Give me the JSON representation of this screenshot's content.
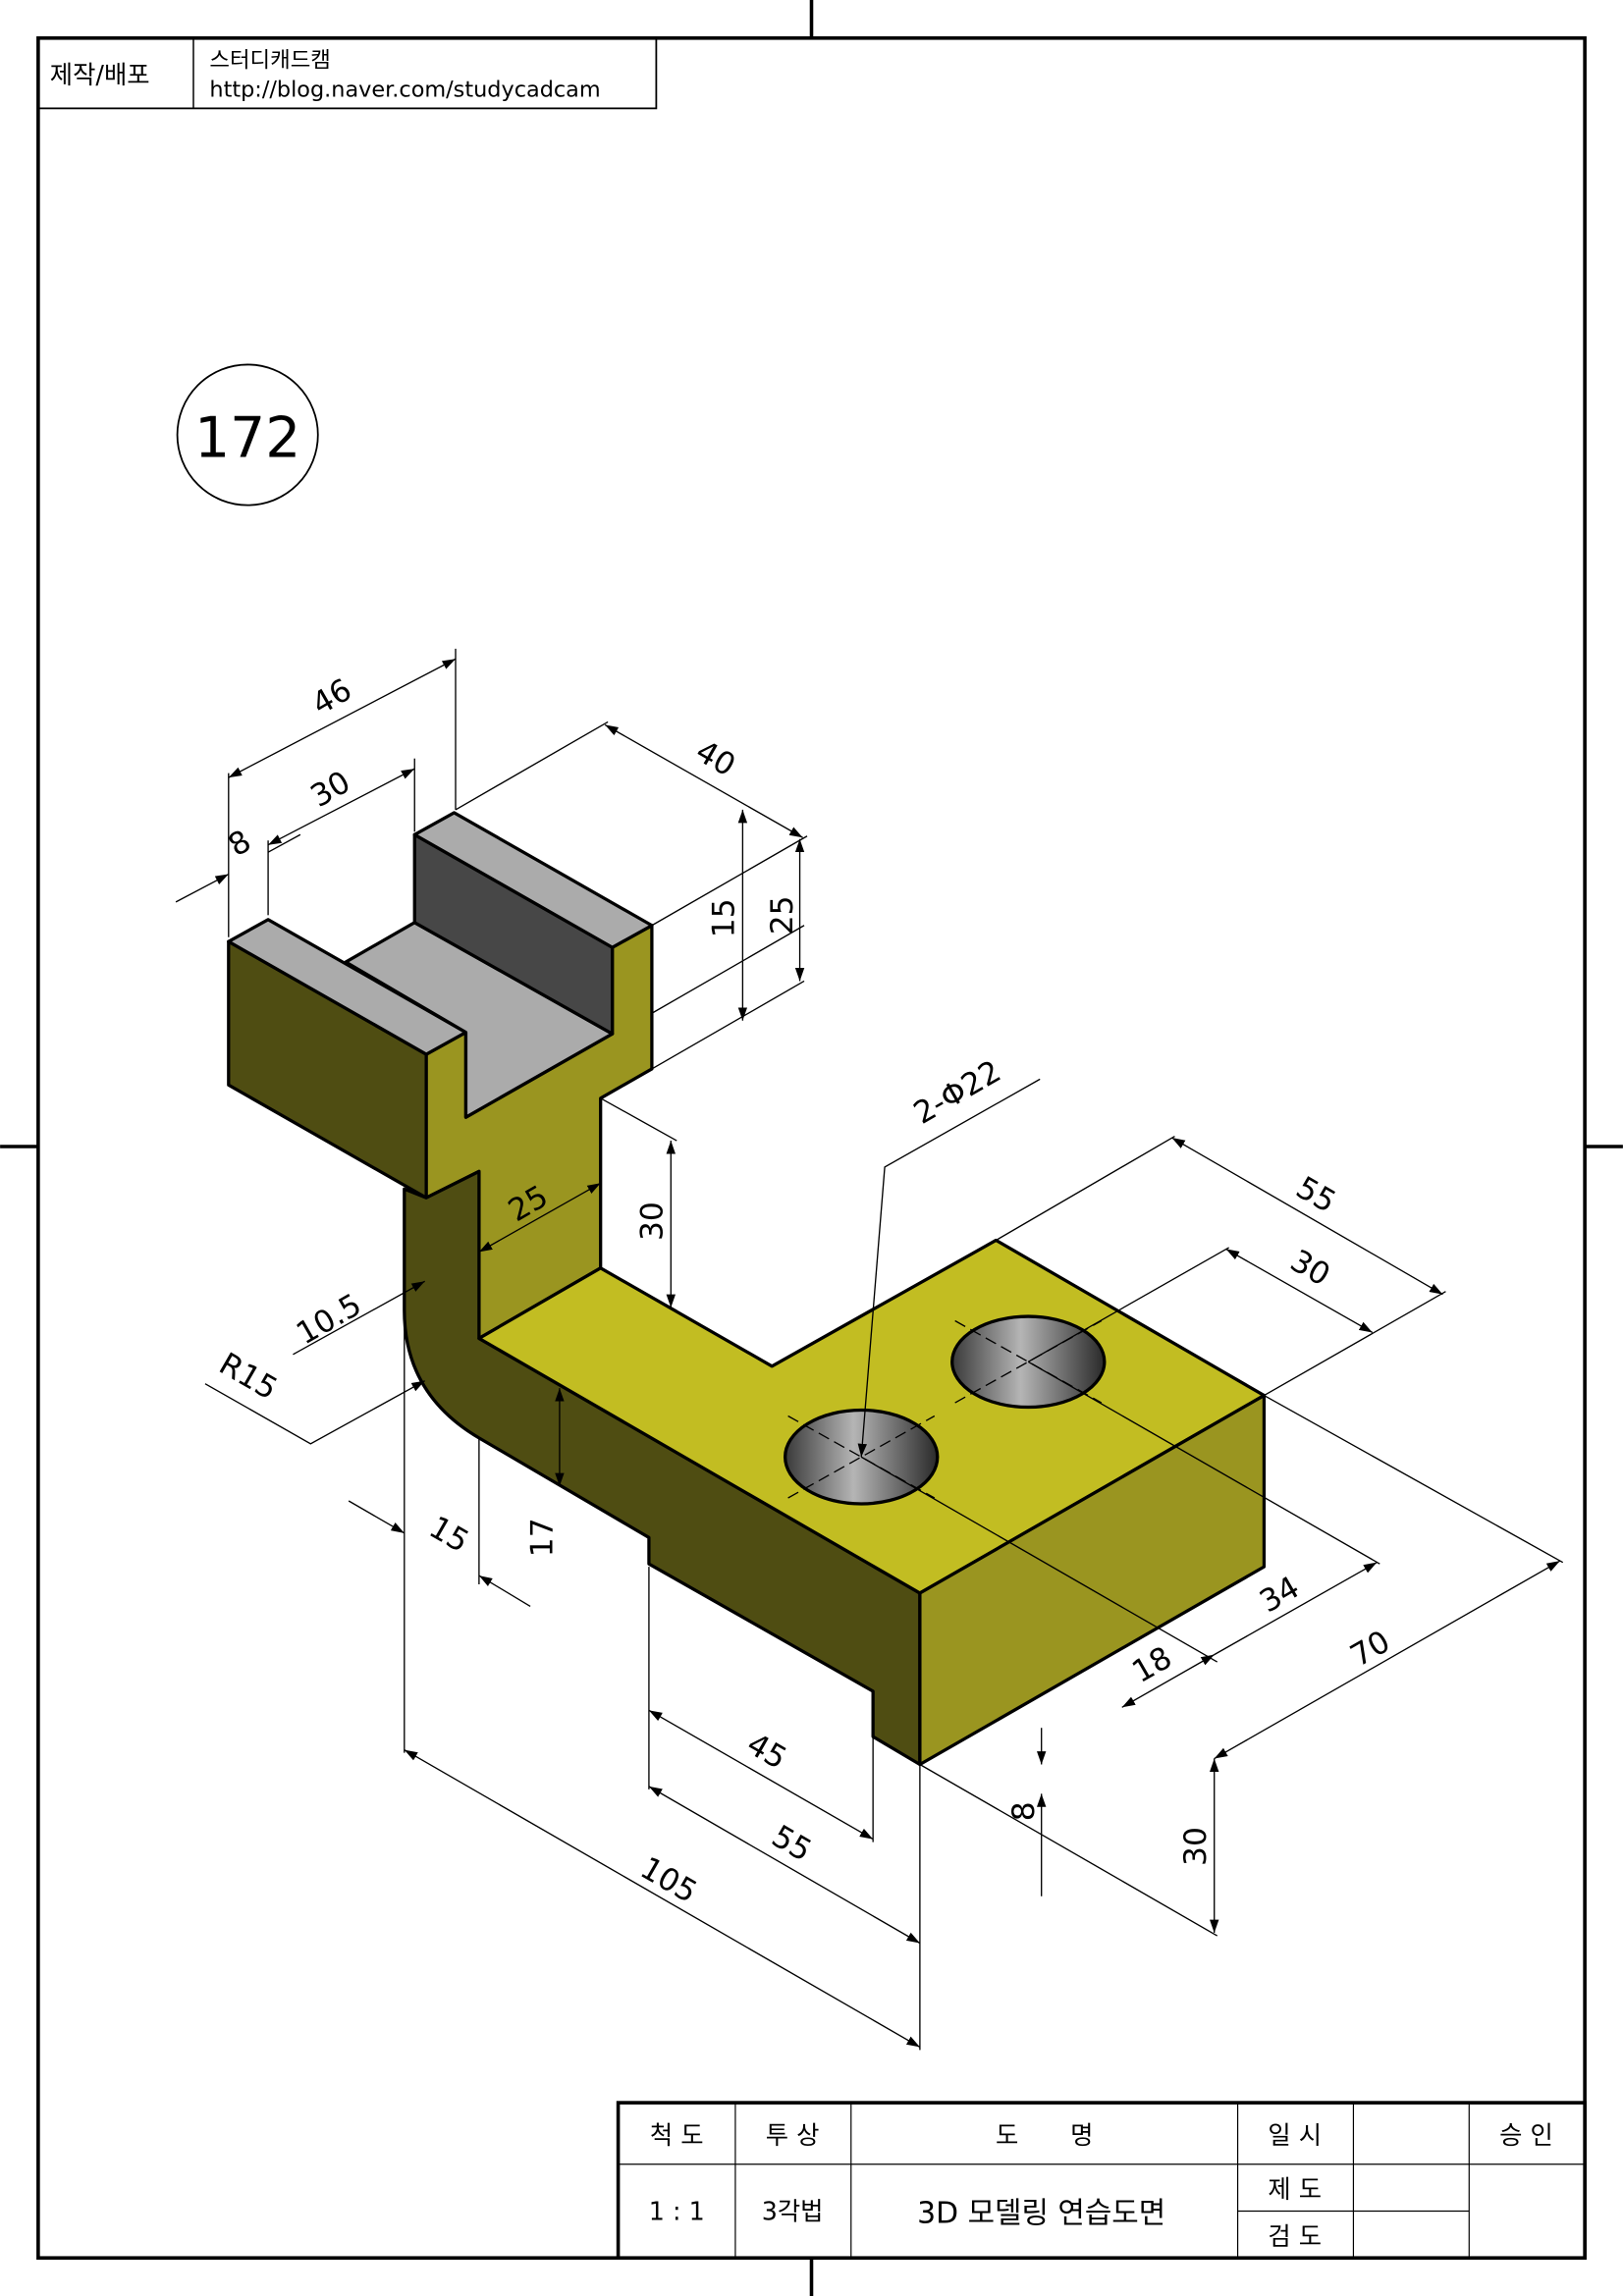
{
  "header": {
    "label": "제작/배포",
    "author": "스터디캐드캠",
    "url": "http://blog.naver.com/studycadcam"
  },
  "drawing_number": "172",
  "dimensions": {
    "top_width_46": "46",
    "slot_30": "30",
    "rail_8": "8",
    "depth_40": "40",
    "height_15": "15",
    "height_25": "25",
    "holes": "2-Φ22",
    "plate_55": "55",
    "hole_30": "30",
    "post_25": "25",
    "offset_10_5": "10.5",
    "radius": "R15",
    "post_30": "30",
    "plate_17": "17",
    "post_15": "15",
    "len_45": "45",
    "len_55": "55",
    "len_105": "105",
    "hole_18": "18",
    "hole_34": "34",
    "width_70": "70",
    "step_8": "8",
    "height_30": "30"
  },
  "colors": {
    "top_yellow": "#c2bd22",
    "side_olive": "#9a9520",
    "front_dark": "#4f4d12",
    "gray_top": "#ababab",
    "gray_dark": "#474747"
  },
  "title_block": {
    "scale_label": "척 도",
    "projection_label": "투 상",
    "name_label": "도 명",
    "date_label": "일 시",
    "approve_label": "승 인",
    "scale_value": "1 : 1",
    "projection_value": "3각법",
    "name_value": "3D 모델링 연습도면",
    "drawn_label": "제 도",
    "checked_label": "검 도"
  }
}
